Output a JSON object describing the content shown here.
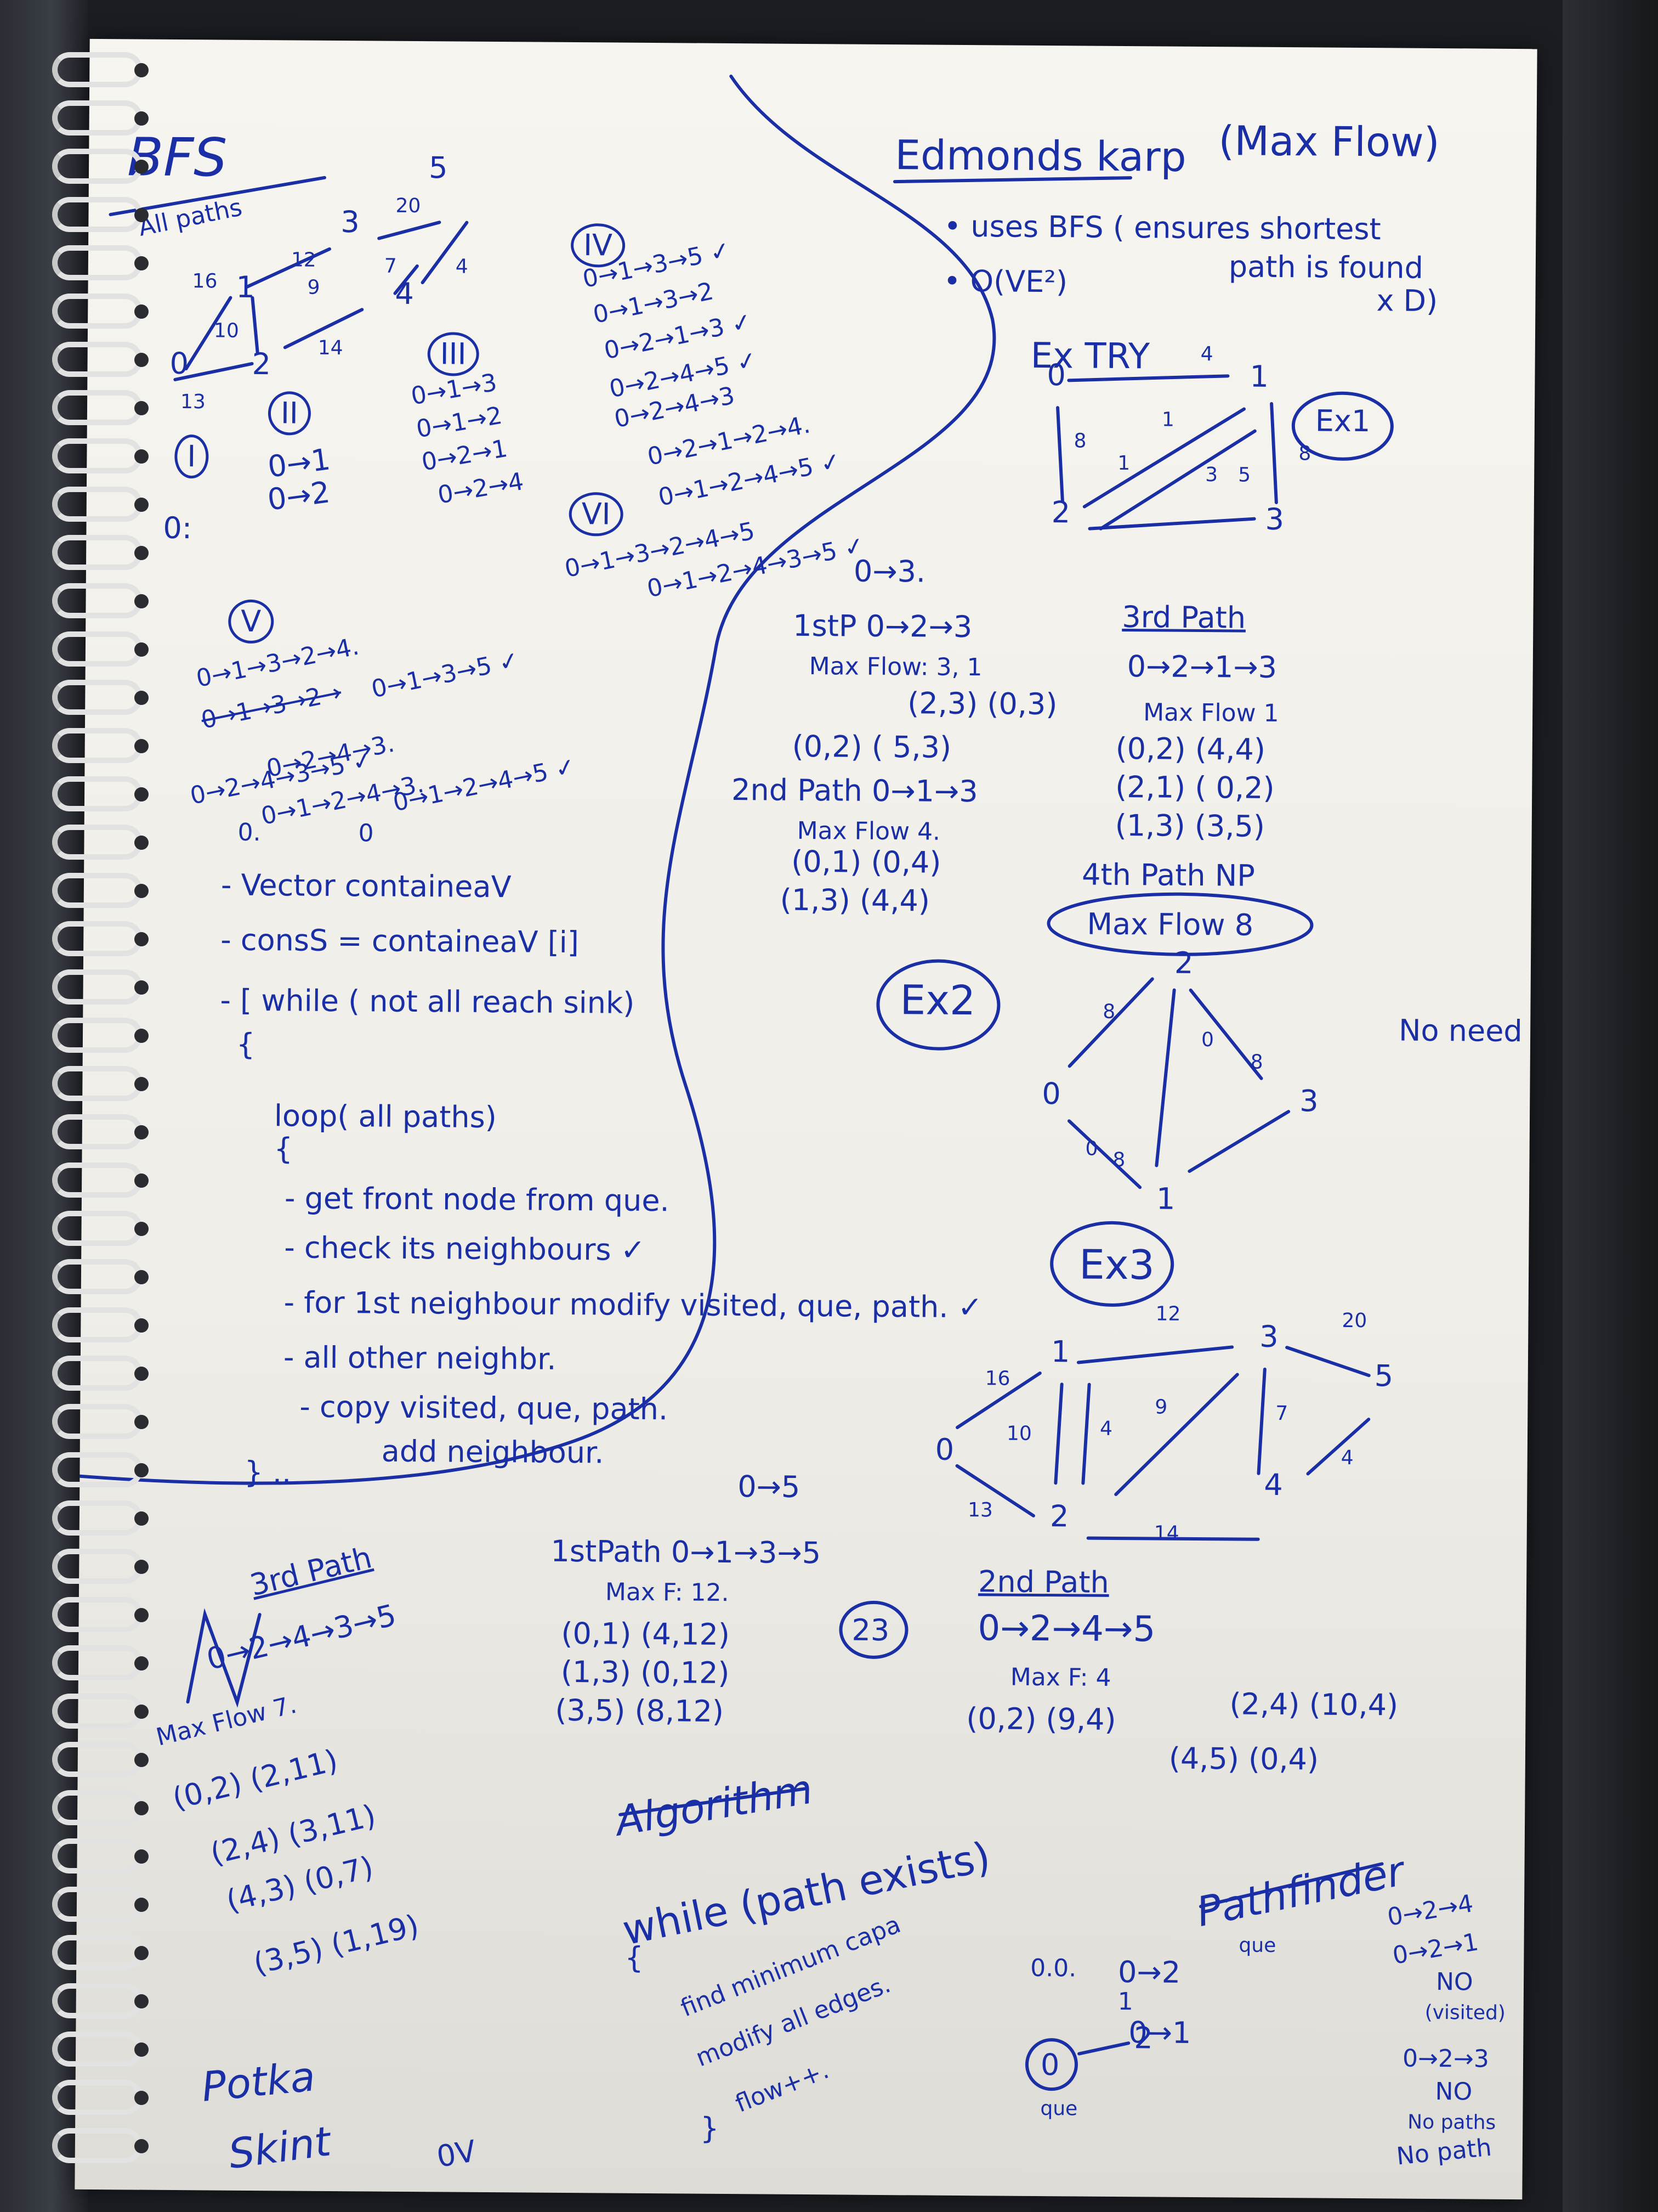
{
  "left_col": {
    "title": "BFS",
    "subtitle": "All paths",
    "graph_labels": [
      "5",
      "3",
      "2",
      "4",
      "0",
      "1",
      "12",
      "20",
      "7",
      "16",
      "10",
      "9",
      "13",
      "14",
      "4"
    ],
    "case_I": "I",
    "case_II": "II",
    "case_III": "III",
    "case_IV": "IV",
    "case_V": "V",
    "case_VI": "VI",
    "lines_I": [
      "0:"
    ],
    "lines_II": [
      "0→1",
      "0→2"
    ],
    "lines_III": [
      "0→1→3",
      "0→1→2",
      "0→2→1",
      "0→2→4"
    ],
    "lines_IV": [
      "0→1→3→5 ✓",
      "0→1→3→2",
      "0→2→1→3 ✓",
      "0→2→4→5 ✓",
      "0→2→4→3",
      "0→2→1→2→4.",
      "0→1→2→4→5 ✓"
    ],
    "lines_VI": [
      "0→1→3→2→4→5",
      "0→1→2→4→3→5 ✓"
    ],
    "lines_V": [
      "0→1→3→2→4.",
      "0→1→3→2→",
      "0→1→3→5 ✓",
      "0→2→4→3→5 ✓",
      "0→2→4→3.",
      "0→1→2→4→3.",
      "0→1→2→4→5 ✓",
      "0.",
      "0"
    ],
    "algo_1": "- Vector containeaV",
    "algo_2": "- consS = containeaV [i]",
    "algo_3": "- [ while ( not all reach sink)",
    "algo_4": "{",
    "algo_5": "loop( all paths)",
    "algo_6": "{",
    "algo_7": "- get front node from que.",
    "algo_8": "- check its neighbours ✓",
    "algo_9": "- for 1st neighbour modify visited, que, path. ✓",
    "algo_10": "- all other neighbr.",
    "algo_11": "- copy visited, que, path.",
    "algo_12": "add neighbour.",
    "algo_13": "} .."
  },
  "right_col": {
    "title": "Edmonds karp",
    "title_note": "(Max Flow)",
    "bullet_1": "• uses BFS ( ensures shortest",
    "bullet_1b": "path is found",
    "bullet_1c": "x D)",
    "bullet_2": "• O(VE²)",
    "ex_try": "Ex TRY",
    "ex1": "Ex1",
    "ex1_nodes": [
      "0",
      "1",
      "2",
      "3"
    ],
    "ex1_weights": [
      "4",
      "8",
      "1",
      "1",
      "3",
      "5",
      "8"
    ],
    "ex1_head": "0→3.",
    "p1_title": "1stP 0→2→3",
    "p1_max": "Max Flow: 3, 1",
    "p1_a": "(2,3) (0,3)",
    "p1_b": "(0,2) ( 5,3)",
    "p2_title": "2nd Path 0→1→3",
    "p2_max": "Max Flow 4.",
    "p2_a": "(0,1) (0,4)",
    "p2_b": "(1,3) (4,4)",
    "p3_title": "3rd Path",
    "p3_path": "0→2→1→3",
    "p3_max": "Max Flow 1",
    "p3_a": "(0,2) (4,4)",
    "p3_b": "(2,1) ( 0,2)",
    "p3_c": "(1,3) (3,5)",
    "p4_title": "4th Path NP",
    "max_flow_total": "Max Flow 8",
    "ex2": "Ex2",
    "ex2_nodes": [
      "2",
      "0",
      "3",
      "1"
    ],
    "ex2_weights": [
      "8",
      "0",
      "8",
      "8",
      "0"
    ],
    "no_need": "No need",
    "ex3": "Ex3",
    "ex3_nodes": [
      "1",
      "3",
      "5",
      "0",
      "2",
      "4"
    ],
    "ex3_weights": [
      "12",
      "20",
      "16",
      "10",
      "4",
      "9",
      "7",
      "13",
      "14",
      "4"
    ]
  },
  "bottom": {
    "third_path": "3rd Path",
    "third_path_seq": "0→2→4→3→5",
    "max_flow_7": "Max Flow 7.",
    "tp_a": "(0,2) (2,11)",
    "tp_b": "(2,4) (3,11)",
    "tp_c": "(4,3) (0,7)",
    "tp_d": "(3,5) (1,19)",
    "head_05": "0→5",
    "first_path": "1stPath 0→1→3→5",
    "first_max": "Max F: 12.",
    "fp_a": "(0,1) (4,12)",
    "fp_b": "(1,3) (0,12)",
    "fp_c": "(3,5) (8,12)",
    "circled_23": "23",
    "second_path": "2nd Path",
    "second_seq": "0→2→4→5",
    "second_max": "Max F: 4",
    "sp_a": "(0,2) (9,4)",
    "sp_b": "(2,4) (10,4)",
    "sp_c": "(4,5) (0,4)",
    "algorithm": "Algorithm",
    "alg_1": "while (path exists)",
    "alg_2": "{",
    "alg_3": "find minimum capa",
    "alg_4": "modify all edges.",
    "alg_5": "flow++.",
    "alg_6": "}",
    "pathfinder": "Pathfinder",
    "pf_1": "0→2→4",
    "pf_2": "0→2→1",
    "pf_3": "NO",
    "pf_4": "(visited)",
    "pf_5": "0→2→3",
    "pf_6": "NO",
    "pf_7": "No paths",
    "pf_8": "No path",
    "pf_l1": "0→2",
    "pf_l2": "0→1",
    "pf_que": "que",
    "pf_nodes": [
      "0",
      "2",
      "1",
      "0.0."
    ],
    "pf_que2": "que",
    "scribble_1": "Potka",
    "scribble_2": "Skint",
    "scribble_3": "0V"
  }
}
